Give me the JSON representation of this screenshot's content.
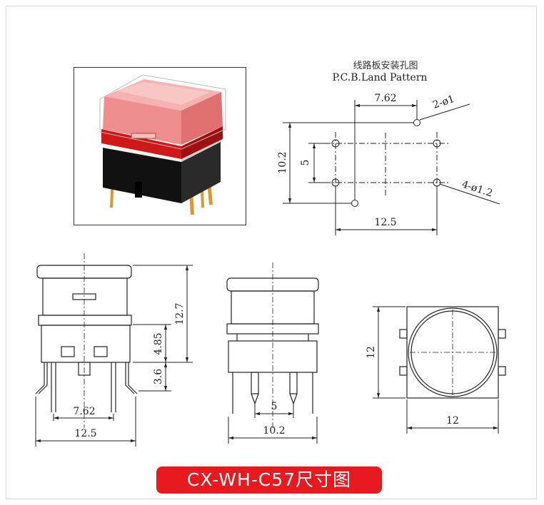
{
  "pcb": {
    "title_cn": "线路板安装孔图",
    "title_en": "P.C.B.Land Pattern",
    "dim_762": "7.62",
    "dim_2phi1": "2-ø1",
    "dim_102": "10.2",
    "dim_5": "5",
    "dim_4phi12": "4-ø1.2",
    "dim_125": "12.5"
  },
  "front": {
    "dim_127": "12.7",
    "dim_485": "4.85",
    "dim_36": "3.6",
    "dim_762": "7.62",
    "dim_125": "12.5"
  },
  "side": {
    "dim_5": "5",
    "dim_102": "10.2"
  },
  "top": {
    "dim_12v": "12",
    "dim_12h": "12"
  },
  "banner": {
    "text": "CX-WH-C57尺寸图"
  },
  "colors": {
    "banner_bg": "#e8191f",
    "cap_red": "#e85a5a",
    "body_black": "#1a1a1a",
    "pin_gold": "#d99a2b"
  }
}
